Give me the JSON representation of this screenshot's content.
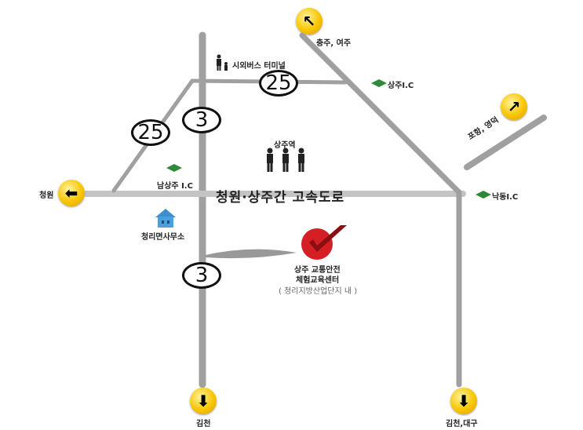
{
  "title": "청원·상주간 고속도로",
  "destinations": {
    "chungju": "충주, 여주",
    "pohang": "포항, 영덕",
    "cheongwon": "청원",
    "gimcheon": "김천",
    "gimcheon_daegu": "김천,대구"
  },
  "landmarks": {
    "bus_terminal": "시외버스 터미널",
    "sangju_ic": "상주I.C",
    "nakdong_ic": "낙동I.C",
    "namsangju_ic": "남상주 I.C",
    "station": "상주역",
    "office": "청리면사무소",
    "center_line1": "상주 교통안전",
    "center_line2": "체험교육센터",
    "center_line3": "( 청리지방산업단지 내 )"
  },
  "routes": {
    "r25_top": "25",
    "r25_left": "25",
    "r3_top": "3",
    "r3_bottom": "3"
  },
  "colors": {
    "road": "#9a9a9a",
    "ic": "#2f8a3a",
    "marker": "#f7c600",
    "check": "#d41f25",
    "house": "#4aa0dc"
  }
}
